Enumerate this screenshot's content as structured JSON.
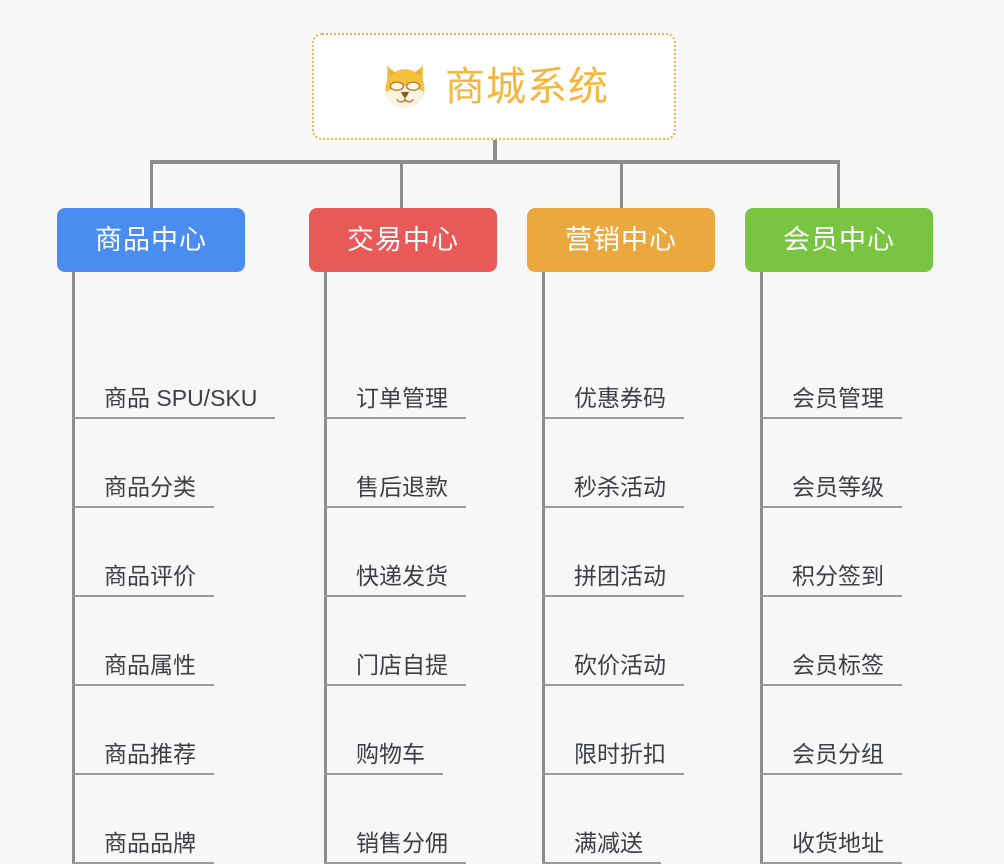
{
  "root": {
    "title": "商城系统",
    "icon": "shiba-dog-face-icon",
    "border_color": "#f0b44a",
    "title_color": "#f3b73f",
    "background": "#ffffff"
  },
  "canvas": {
    "background": "#f7f7f7",
    "connector_color": "#8d8d8d",
    "leaf_text_color": "#3c3f44",
    "leaf_underline_color": "#9a9a9a"
  },
  "columns": [
    {
      "id": "product-center",
      "title": "商品中心",
      "color": "#4a8cf0",
      "items": [
        "商品 SPU/SKU",
        "商品分类",
        "商品评价",
        "商品属性",
        "商品推荐",
        "商品品牌"
      ]
    },
    {
      "id": "trade-center",
      "title": "交易中心",
      "color": "#e85a58",
      "items": [
        "订单管理",
        "售后退款",
        "快递发货",
        "门店自提",
        "购物车",
        "销售分佣"
      ]
    },
    {
      "id": "marketing-center",
      "title": "营销中心",
      "color": "#eaa83f",
      "items": [
        "优惠券码",
        "秒杀活动",
        "拼团活动",
        "砍价活动",
        "限时折扣",
        "满减送"
      ]
    },
    {
      "id": "member-center",
      "title": "会员中心",
      "color": "#79c441",
      "items": [
        "会员管理",
        "会员等级",
        "积分签到",
        "会员标签",
        "会员分组",
        "收货地址"
      ]
    }
  ]
}
